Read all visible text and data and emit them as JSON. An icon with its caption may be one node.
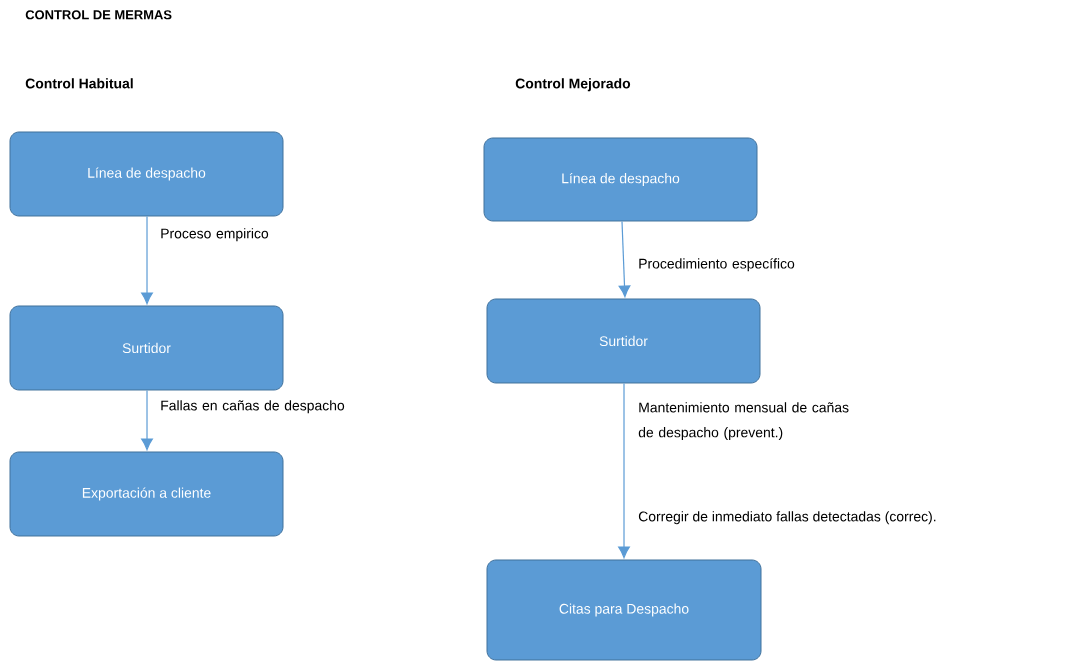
{
  "diagram": {
    "title": "CONTROL DE MERMAS",
    "nodes": [
      {
        "text": [
          "Línea de despacho"
        ]
      },
      {
        "text": [
          "Surtidor"
        ]
      },
      {
        "text": [
          "Exportación a cliente"
        ]
      },
      {
        "text": [
          "Línea de despacho"
        ]
      },
      {
        "text": [
          "Surtidor"
        ]
      },
      {
        "text": [
          "Citas para Despacho"
        ]
      }
    ],
    "edges": [
      {
        "from": 0,
        "to": 1,
        "arrow": "to",
        "label": "Proceso empirico"
      },
      {
        "from": 1,
        "to": 2,
        "arrow": "to",
        "label": "Fallas en cañas de despacho"
      },
      {
        "from": 3,
        "to": 4,
        "arrow": "to",
        "label": "Procedimiento específico"
      },
      {
        "from": 4,
        "to": 5,
        "arrow": "to",
        "label": "Mantenimiento mensual de cañas de despacho (prevent.)"
      }
    ],
    "labels": [
      "Control Habitual",
      "Control Mejorado",
      "Corregir de inmediato fallas detectadas (correc)."
    ]
  }
}
